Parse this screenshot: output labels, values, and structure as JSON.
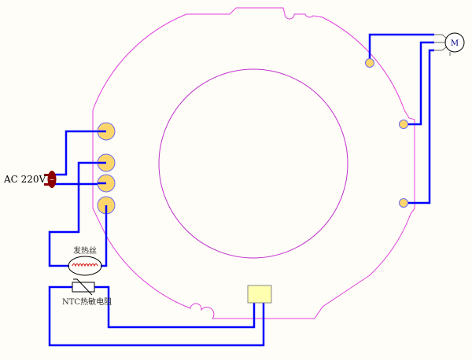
{
  "labels": {
    "ac_source": "AC 220V",
    "ac_symbol": "~",
    "heater": "发热丝",
    "ntc": "NTC热敏电阻",
    "motor": "M"
  },
  "colors": {
    "wire": "#0000ff",
    "board_outline": "#e040e0",
    "pad_fill": "#fdd66b",
    "relay_fill": "#ffffb0",
    "plug": "#8b0000"
  }
}
